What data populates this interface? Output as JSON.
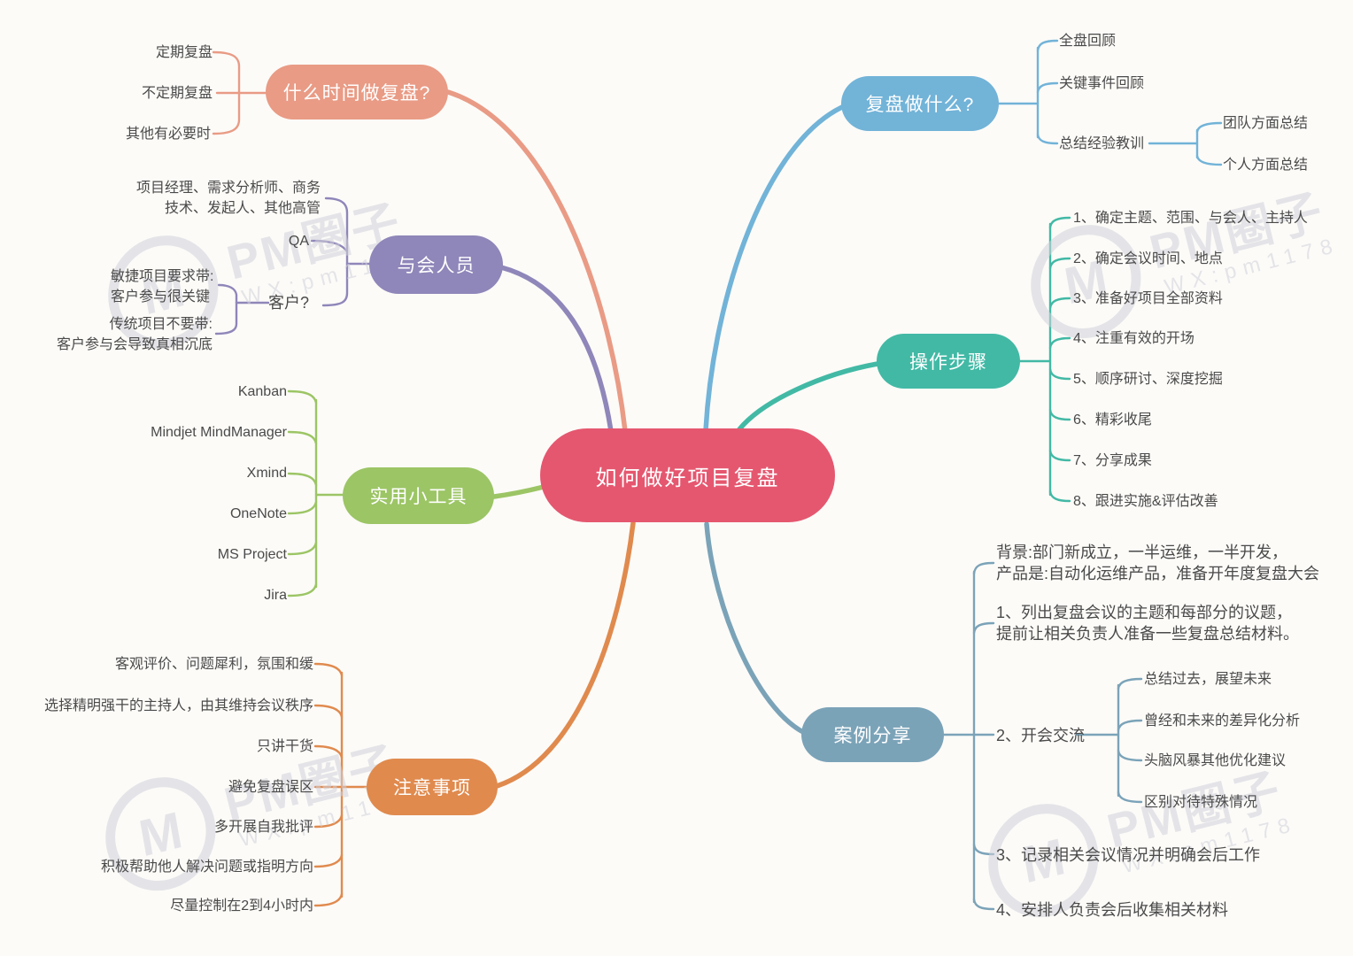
{
  "title": "如何做好项目复盘",
  "watermark": {
    "logo_letter": "M",
    "brand": "PM圈子",
    "contact": "WX:pm1178"
  },
  "colors": {
    "canvas_bg": "#fcfbf8",
    "center": "#e5576f",
    "when": "#e99b85",
    "attendees": "#8f86b9",
    "tools": "#9cc565",
    "notes": "#e08a4e",
    "what": "#72b3d8",
    "steps": "#42b9a5",
    "case": "#7ba3b8",
    "leaf_text": "#4a4a4a"
  },
  "branches": {
    "when": {
      "label": "什么时间做复盘?",
      "children": [
        "定期复盘",
        "不定期复盘",
        "其他有必要时"
      ]
    },
    "attendees": {
      "label": "与会人员",
      "members": "项目经理、需求分析师、商务\n技术、发起人、其他高管",
      "qa": "QA",
      "customer": "客户?",
      "agile": "敏捷项目要求带:\n客户参与很关键",
      "traditional": "传统项目不要带:\n客户参与会导致真相沉底"
    },
    "tools": {
      "label": "实用小工具",
      "children": [
        "Kanban",
        "Mindjet MindManager",
        "Xmind",
        "OneNote",
        "MS Project",
        "Jira"
      ]
    },
    "notes": {
      "label": "注意事项",
      "children": [
        "客观评价、问题犀利，氛围和缓",
        "选择精明强干的主持人，由其维持会议秩序",
        "只讲干货",
        "避免复盘误区",
        "多开展自我批评",
        "积极帮助他人解决问题或指明方向",
        "尽量控制在2到4小时内"
      ]
    },
    "what": {
      "label": "复盘做什么?",
      "children": [
        "全盘回顾",
        "关键事件回顾",
        "总结经验教训"
      ],
      "lessons_children": [
        "团队方面总结",
        "个人方面总结"
      ]
    },
    "steps": {
      "label": "操作步骤",
      "children": [
        "1、确定主题、范围、与会人、主持人",
        "2、确定会议时间、地点",
        "3、准备好项目全部资料",
        "4、注重有效的开场",
        "5、顺序研讨、深度挖掘",
        "6、精彩收尾",
        "7、分享成果",
        "8、跟进实施&评估改善"
      ]
    },
    "case": {
      "label": "案例分享",
      "background": "背景:部门新成立，一半运维，一半开发，\n产品是:自动化运维产品，准备开年度复盘大会",
      "item1": "1、列出复盘会议的主题和每部分的议题，\n提前让相关负责人准备一些复盘总结材料。",
      "item2": "2、开会交流",
      "item2_children": [
        "总结过去，展望未来",
        "曾经和未来的差异化分析",
        "头脑风暴其他优化建议",
        "区别对待特殊情况"
      ],
      "item3": "3、记录相关会议情况并明确会后工作",
      "item4": "4、安排人负责会后收集相关材料"
    }
  }
}
